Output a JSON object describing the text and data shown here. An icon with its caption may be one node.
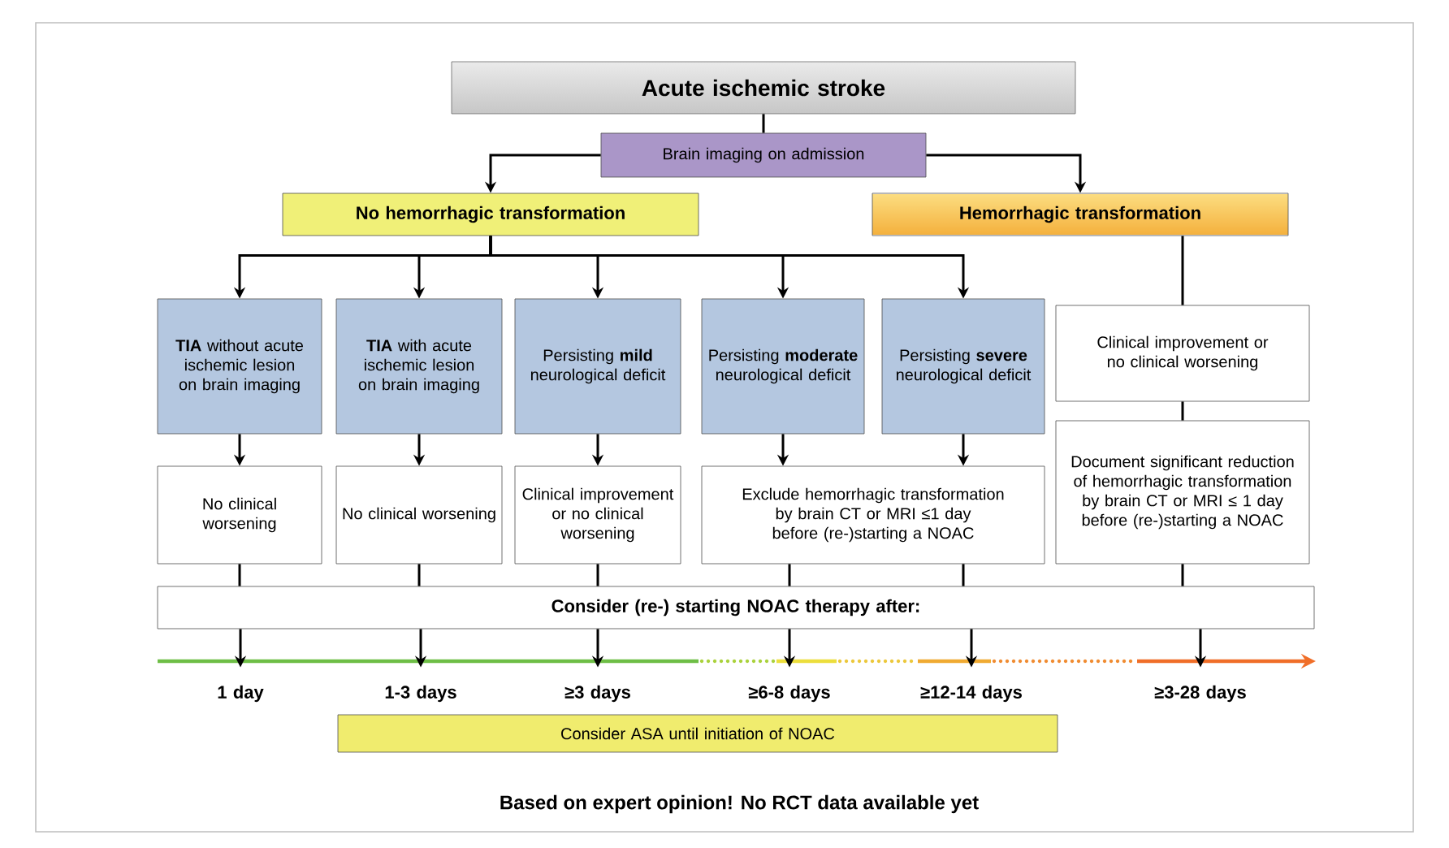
{
  "diagram": {
    "caption": "Based on expert opinion! No RCT data available yet",
    "nodes": [
      {
        "text": [
          "Acute ischemic stroke"
        ]
      },
      {
        "text": [
          "Brain imaging on admission"
        ]
      },
      {
        "text": [
          "No hemorrhagic transformation"
        ]
      },
      {
        "text": [
          "Hemorrhagic transformation"
        ]
      },
      {
        "text": [
          "**TIA** without acute ischemic lesion on brain imaging"
        ]
      },
      {
        "text": [
          "**TIA** with acute ischemic lesion on brain imaging"
        ]
      },
      {
        "text": [
          "Persisting **mild** neurological deficit"
        ]
      },
      {
        "text": [
          "Persisting **moderate** neurological deficit"
        ]
      },
      {
        "text": [
          "Persisting **severe** neurological deficit"
        ]
      },
      {
        "text": [
          "Clinical improvement or no clinical worsening"
        ]
      },
      {
        "text": [
          "No clinical worsening"
        ]
      },
      {
        "text": [
          "No clinical worsening"
        ]
      },
      {
        "text": [
          "Clinical improvement or no clinical worsening"
        ]
      },
      {
        "text": [
          "Exclude hemorrhagic transformation by brain CT or MRI ≤1 day before (re-)starting a NOAC"
        ]
      },
      {
        "text": [
          "Document significant reduction of hemorrhagic transformation by brain CT or MRI ≤ 1 day before (re-)starting a NOAC"
        ]
      },
      {
        "text": [
          "Consider (re-) starting NOAC therapy after:"
        ]
      },
      {
        "text": [
          "1 day"
        ]
      },
      {
        "text": [
          "1-3 days"
        ]
      },
      {
        "text": [
          "≥3 days"
        ]
      },
      {
        "text": [
          "≥6-8 days"
        ]
      },
      {
        "text": [
          "≥12-14 days"
        ]
      },
      {
        "text": [
          "≥3-28 days"
        ]
      },
      {
        "text": [
          "Consider ASA until initiation of NOAC"
        ]
      }
    ],
    "edges": [
      {
        "from": 0,
        "to": 1,
        "arrow": "none"
      },
      {
        "from": 1,
        "to": 2,
        "arrow": "to"
      },
      {
        "from": 1,
        "to": 3,
        "arrow": "to"
      },
      {
        "from": 2,
        "to": 4,
        "arrow": "to"
      },
      {
        "from": 2,
        "to": 5,
        "arrow": "to"
      },
      {
        "from": 2,
        "to": 6,
        "arrow": "to"
      },
      {
        "from": 2,
        "to": 7,
        "arrow": "to"
      },
      {
        "from": 2,
        "to": 8,
        "arrow": "to"
      },
      {
        "from": 3,
        "to": 9,
        "arrow": "none"
      },
      {
        "from": 4,
        "to": 10,
        "arrow": "to"
      },
      {
        "from": 5,
        "to": 11,
        "arrow": "to"
      },
      {
        "from": 6,
        "to": 12,
        "arrow": "to"
      },
      {
        "from": 7,
        "to": 13,
        "arrow": "to"
      },
      {
        "from": 8,
        "to": 13,
        "arrow": "to"
      },
      {
        "from": 9,
        "to": 14,
        "arrow": "none"
      },
      {
        "from": 10,
        "to": 15,
        "arrow": "none"
      },
      {
        "from": 11,
        "to": 15,
        "arrow": "none"
      },
      {
        "from": 12,
        "to": 15,
        "arrow": "none"
      },
      {
        "from": 13,
        "to": 15,
        "arrow": "none"
      },
      {
        "from": 13,
        "to": 15,
        "arrow": "none"
      },
      {
        "from": 14,
        "to": 15,
        "arrow": "none"
      },
      {
        "from": 15,
        "to": 16,
        "arrow": "to"
      },
      {
        "from": 15,
        "to": 17,
        "arrow": "to"
      },
      {
        "from": 15,
        "to": 18,
        "arrow": "to"
      },
      {
        "from": 15,
        "to": 19,
        "arrow": "to"
      },
      {
        "from": 15,
        "to": 20,
        "arrow": "to"
      },
      {
        "from": 15,
        "to": 21,
        "arrow": "to"
      }
    ]
  }
}
